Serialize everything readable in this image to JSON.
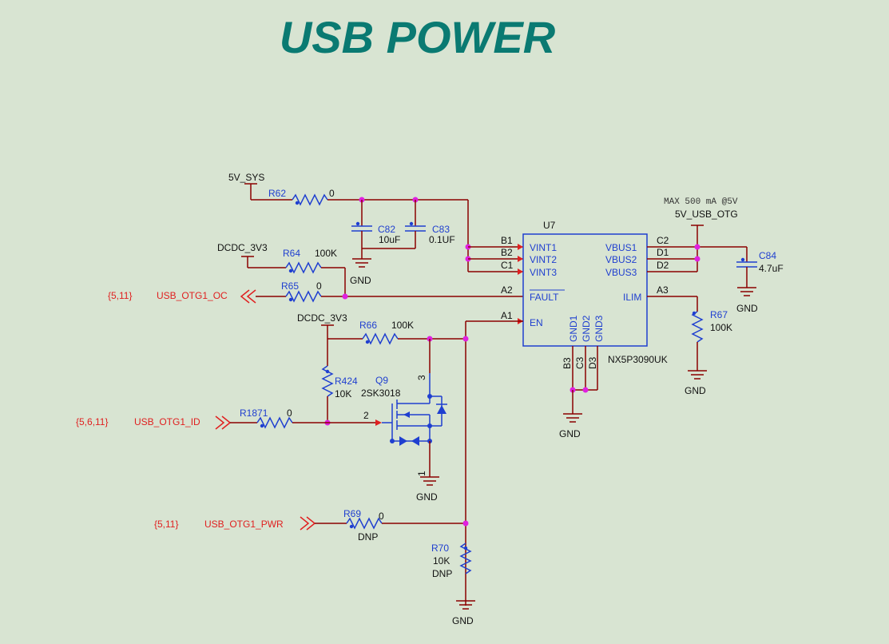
{
  "title": "USB POWER",
  "nets": {
    "v5_sys": "5V_SYS",
    "dcdc_3v3_a": "DCDC_3V3",
    "dcdc_3v3_b": "DCDC_3V3",
    "v5_usb_otg": "5V_USB_OTG",
    "max_note": "MAX 500 mA @5V",
    "gnd": "GND"
  },
  "ports": {
    "oc": {
      "name": "USB_OTG1_OC",
      "ref": "{5,11}"
    },
    "id": {
      "name": "USB_OTG1_ID",
      "ref": "{5,6,11}"
    },
    "pwr": {
      "name": "USB_OTG1_PWR",
      "ref": "{5,11}"
    }
  },
  "components": {
    "r62": {
      "ref": "R62",
      "value": "0"
    },
    "r64": {
      "ref": "R64",
      "value": "100K"
    },
    "r65": {
      "ref": "R65",
      "value": "0"
    },
    "r66": {
      "ref": "R66",
      "value": "100K"
    },
    "r424": {
      "ref": "R424",
      "value": "10K"
    },
    "r1871": {
      "ref": "R1871",
      "value": "0"
    },
    "r69": {
      "ref": "R69",
      "value": "0",
      "note": "DNP"
    },
    "r70": {
      "ref": "R70",
      "value": "10K",
      "note": "DNP"
    },
    "r67": {
      "ref": "R67",
      "value": "100K"
    },
    "c82": {
      "ref": "C82",
      "value": "10uF"
    },
    "c83": {
      "ref": "C83",
      "value": "0.1UF"
    },
    "c84": {
      "ref": "C84",
      "value": "4.7uF"
    },
    "q9": {
      "ref": "Q9",
      "value": "2SK3018",
      "pin_d": "3",
      "pin_g": "2",
      "pin_s": "1"
    },
    "u7": {
      "ref": "U7",
      "part": "NX5P3090UK",
      "left_pins": [
        {
          "num": "B1",
          "name": "VINT1"
        },
        {
          "num": "B2",
          "name": "VINT2"
        },
        {
          "num": "C1",
          "name": "VINT3"
        },
        {
          "num": "A2",
          "name": "FAULT"
        },
        {
          "num": "A1",
          "name": "EN"
        }
      ],
      "right_pins": [
        {
          "num": "C2",
          "name": "VBUS1"
        },
        {
          "num": "D1",
          "name": "VBUS2"
        },
        {
          "num": "D2",
          "name": "VBUS3"
        },
        {
          "num": "A3",
          "name": "ILIM"
        }
      ],
      "bottom_pins": [
        {
          "num": "B3",
          "name": "GND1"
        },
        {
          "num": "C3",
          "name": "GND2"
        },
        {
          "num": "D3",
          "name": "GND3"
        }
      ]
    }
  }
}
